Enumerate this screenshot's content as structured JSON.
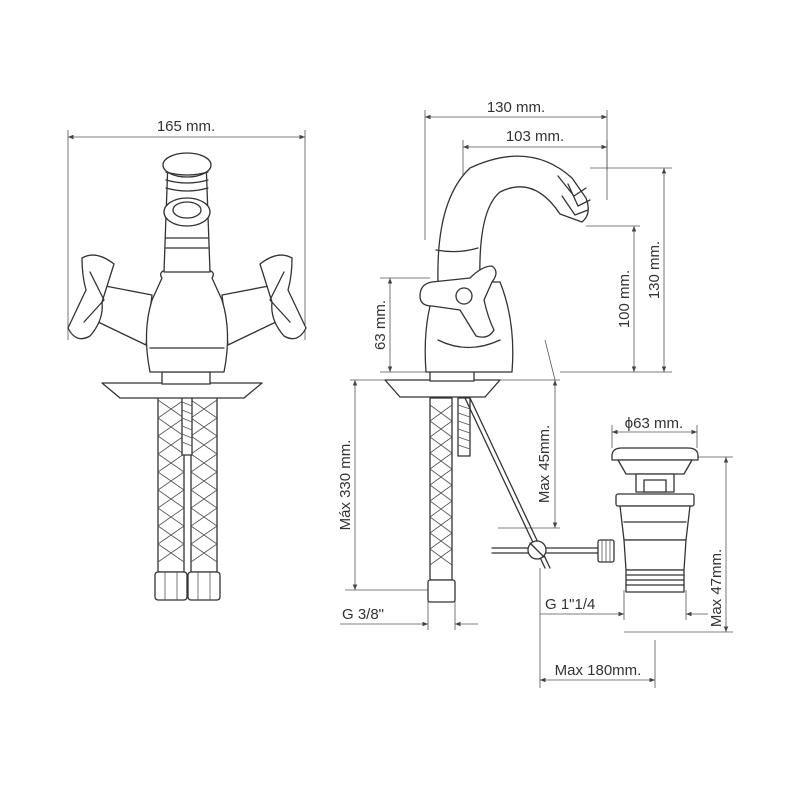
{
  "dimensions": {
    "front_width": "165 mm.",
    "side_total_width": "130 mm.",
    "spout_reach": "103 mm.",
    "total_height": "130 mm.",
    "spout_height": "100 mm.",
    "handle_height": "63 mm.",
    "max_hose_length": "Máx 330 mm.",
    "max_deck_thickness": "Max 45mm.",
    "hose_thread": "G 3/8\"",
    "waste_diameter": "ϕ63 mm.",
    "waste_thread": "G 1\"1/4",
    "waste_max_height": "Max 47mm.",
    "pull_rod_max": "Max 180mm."
  },
  "colors": {
    "line": "#333333",
    "dimension_line": "#555555",
    "background": "#ffffff"
  }
}
